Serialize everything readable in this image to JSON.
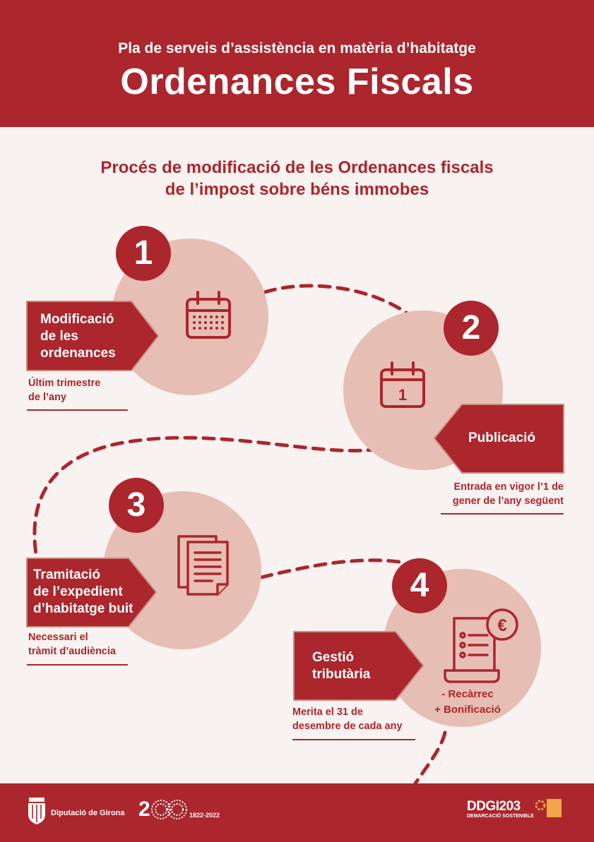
{
  "header": {
    "subtitle": "Pla de serveis d’assistència en matèria d’habitatge",
    "title": "Ordenances Fiscals"
  },
  "section_title": {
    "line1": "Procés de modificació de les Ordenances fiscals",
    "line2": "de l’impost sobre béns immobes"
  },
  "steps": [
    {
      "number": "1",
      "label": [
        "Modificació",
        "de les",
        "ordenances"
      ],
      "note": [
        "Últim trimestre",
        "de l’any"
      ],
      "icon": "calendar-icon"
    },
    {
      "number": "2",
      "label": [
        "Publicació"
      ],
      "note": [
        "Entrada en vigor l’1 de",
        "gener de l’any següent"
      ],
      "icon": "calendar-day-icon",
      "icon_text": "1"
    },
    {
      "number": "3",
      "label": [
        "Tramitació",
        "de l’expedient",
        "d’habitatge buit"
      ],
      "note": [
        "Necessari el",
        "tràmit d’audiència"
      ],
      "icon": "documents-icon"
    },
    {
      "number": "4",
      "label": [
        "Gestió",
        "tributària"
      ],
      "note": [
        "Merita el 31 de",
        "desembre de cada any"
      ],
      "icon": "euro-receipt-icon",
      "icon_text": "€",
      "extra": [
        "- Recàrrec",
        "+ Bonificació"
      ]
    }
  ],
  "footer": {
    "diputacio": "Diputació de Girona",
    "anniversary_mark": "2",
    "anniversary_years": "1822-2022",
    "ddgi": "DDGI203",
    "ddgi_sub": "DEMARCACIÓ SOSTENIBLE"
  },
  "colors": {
    "primary": "#ab262d",
    "circle": "#e6beb4",
    "background": "#f8f2f0"
  }
}
